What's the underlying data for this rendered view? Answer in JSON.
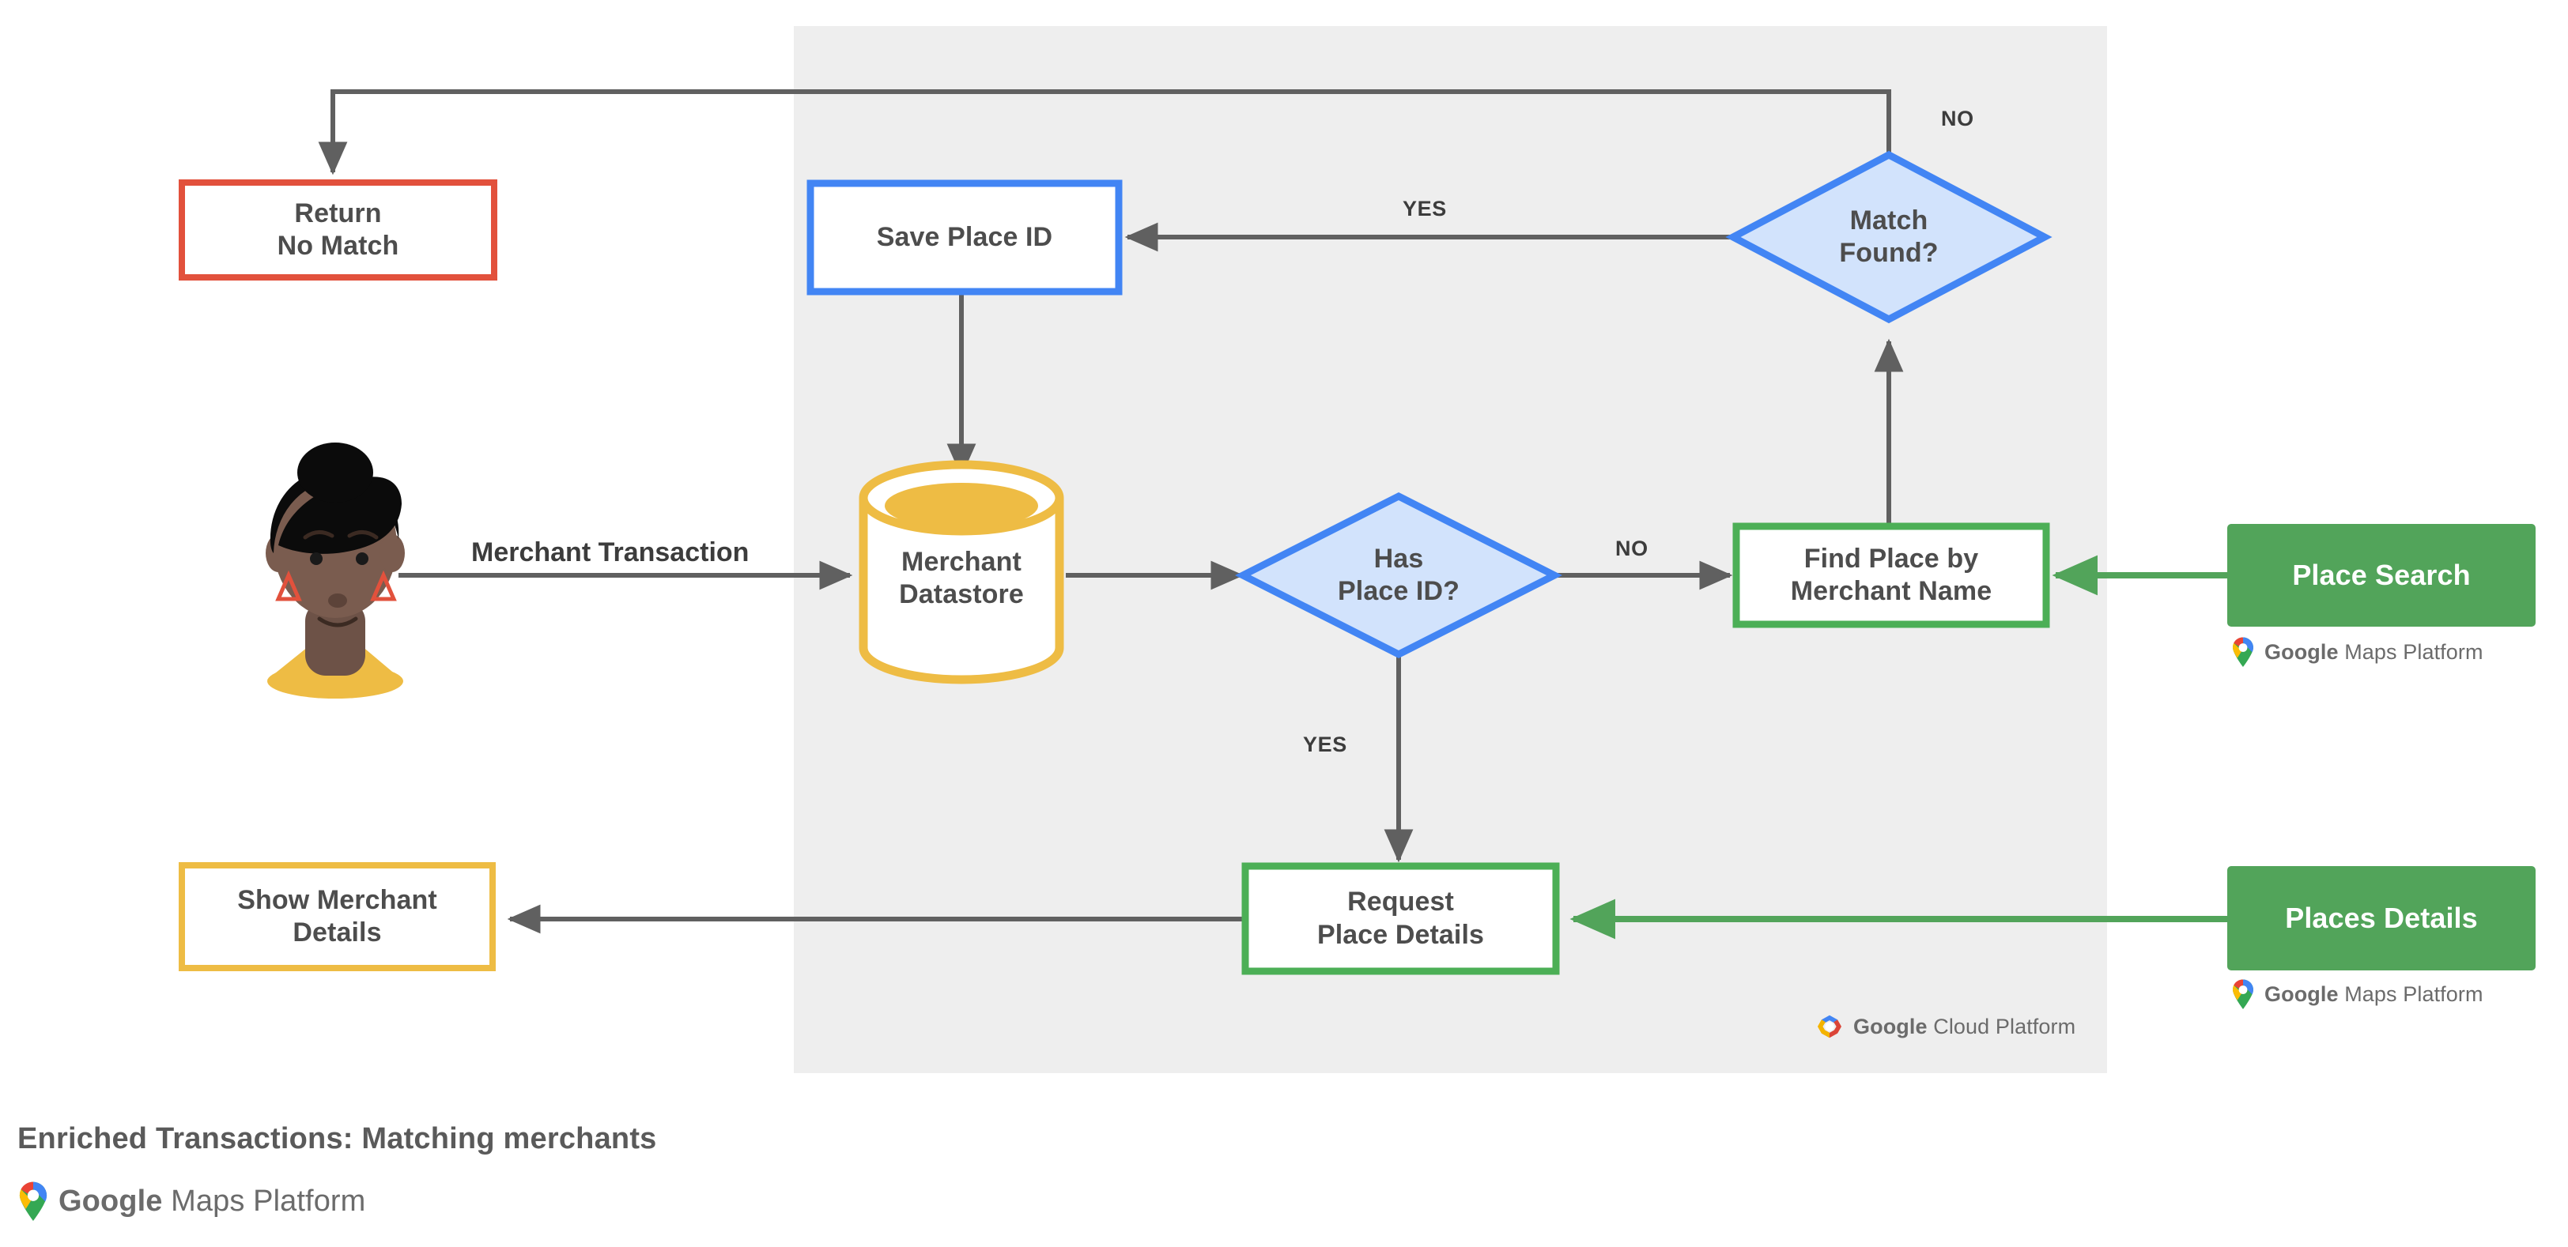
{
  "diagram": {
    "caption": "Enriched Transactions: Matching merchants",
    "panel_label": "Google Cloud Platform",
    "colors": {
      "panel_bg": "#eeeeee",
      "page_bg": "#ffffff",
      "blue": "#4285f4",
      "blue_fill": "#d2e3fc",
      "green": "#4caf56",
      "green_solid": "#52a45a",
      "yellow": "#eebc44",
      "red": "#e2513c",
      "arrow_gray": "#606060",
      "text_dark": "#4d4d4d"
    },
    "nodes": [
      {
        "id": "actor",
        "name": "customer-avatar",
        "label": "",
        "kind": "avatar"
      },
      {
        "id": "return_no_match",
        "name": "return-no-match-node",
        "label": "Return\nNo Match",
        "kind": "box-red"
      },
      {
        "id": "save_place_id",
        "name": "save-place-id-node",
        "label": "Save Place ID",
        "kind": "box-blue"
      },
      {
        "id": "merchant_store",
        "name": "merchant-datastore-node",
        "label": "Merchant\nDatastore",
        "kind": "cylinder-yellow"
      },
      {
        "id": "has_place_id",
        "name": "has-place-id-decision",
        "label": "Has\nPlace ID?",
        "kind": "diamond-blue"
      },
      {
        "id": "match_found",
        "name": "match-found-decision",
        "label": "Match\nFound?",
        "kind": "diamond-blue"
      },
      {
        "id": "find_place",
        "name": "find-place-by-merchant-name-node",
        "label": "Find Place by\nMerchant Name",
        "kind": "box-green"
      },
      {
        "id": "request_details",
        "name": "request-place-details-node",
        "label": "Request\nPlace Details",
        "kind": "box-green"
      },
      {
        "id": "show_details",
        "name": "show-merchant-details-node",
        "label": "Show Merchant\nDetails",
        "kind": "box-yellow"
      },
      {
        "id": "place_search",
        "name": "place-search-api-node",
        "label": "Place Search",
        "kind": "box-green-solid"
      },
      {
        "id": "places_details",
        "name": "places-details-api-node",
        "label": "Places Details",
        "kind": "box-green-solid"
      }
    ],
    "edge_labels": [
      {
        "id": "merchant_transaction",
        "name": "merchant-transaction-label",
        "text": "Merchant Transaction"
      },
      {
        "id": "no_has_place_id",
        "name": "no-label-has-place-id",
        "text": "NO"
      },
      {
        "id": "yes_has_place_id",
        "name": "yes-label-has-place-id",
        "text": "YES"
      },
      {
        "id": "yes_match_found",
        "name": "yes-label-match-found",
        "text": "YES"
      },
      {
        "id": "no_match_found",
        "name": "no-label-match-found",
        "text": "NO"
      }
    ],
    "brand_maps": {
      "google": "Google",
      "product": "Maps Platform"
    },
    "brand_cloud": {
      "google": "Google",
      "product": "Cloud Platform"
    }
  }
}
